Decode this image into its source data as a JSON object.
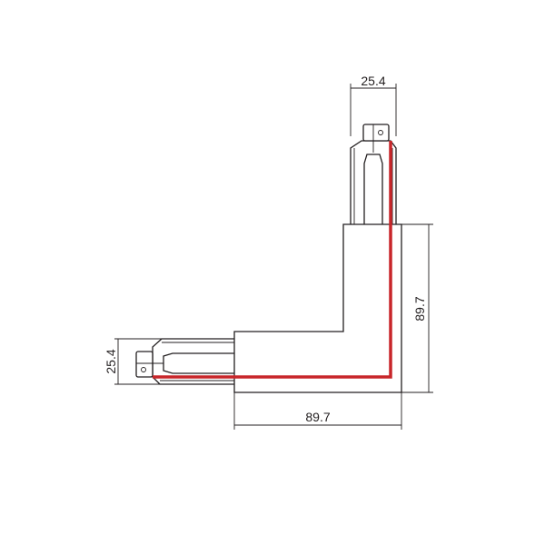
{
  "drawing": {
    "dimensions": {
      "top_width": "25.4",
      "right_height": "89.7",
      "bottom_width": "89.7",
      "left_height": "25.4"
    },
    "colors": {
      "outline": "#231f20",
      "conductor": "#c8262a"
    }
  }
}
